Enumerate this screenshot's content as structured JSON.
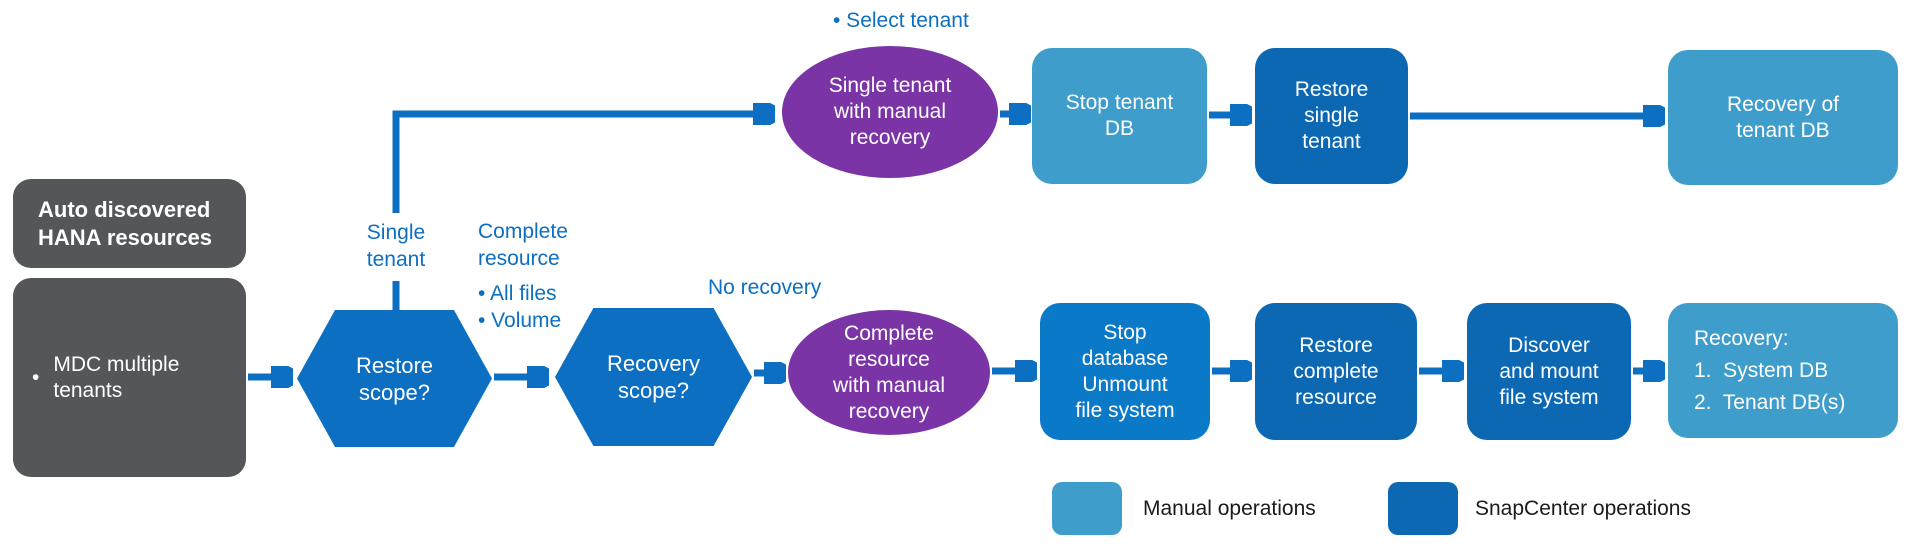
{
  "colors": {
    "background": "#ffffff",
    "gray_box": "#545659",
    "blue": "#0c6fc1",
    "snapcenter_blue": "#0d68b4",
    "process_blue": "#0a79c7",
    "manual_teal": "#3e9dca",
    "purple": "#7a34a5",
    "white_text": "#ffffff",
    "legend_text": "#1a1a1a"
  },
  "left_panel": {
    "title": "Auto discovered\nHANA resources",
    "bullet": "•",
    "resource": "MDC multiple tenants"
  },
  "decisions": {
    "restore_scope": "Restore\nscope?",
    "recovery_scope": "Recovery\nscope?"
  },
  "branch_labels": {
    "select_tenant": "• Select tenant",
    "single_tenant": "Single\ntenant",
    "complete_resource": "Complete\nresource",
    "complete_resource_bullets": "• All files\n• Volume",
    "no_recovery": "No recovery"
  },
  "top_flow": {
    "manual_step": "Single tenant\nwith manual\nrecovery",
    "stop_tenant_db": "Stop tenant\nDB",
    "restore_single_tenant": "Restore\nsingle\ntenant",
    "recovery_tenant_db": "Recovery of\ntenant DB"
  },
  "bottom_flow": {
    "manual_step": "Complete\nresource\nwith manual\nrecovery",
    "stop_database": "Stop\ndatabase\nUnmount\nfile system",
    "restore_complete_resource": "Restore\ncomplete\nresource",
    "discover_mount": "Discover\nand mount\nfile system",
    "recovery_steps": "Recovery:\n1.  System DB\n2.  Tenant DB(s)"
  },
  "legend": {
    "manual": "Manual operations",
    "snapcenter": "SnapCenter operations"
  }
}
